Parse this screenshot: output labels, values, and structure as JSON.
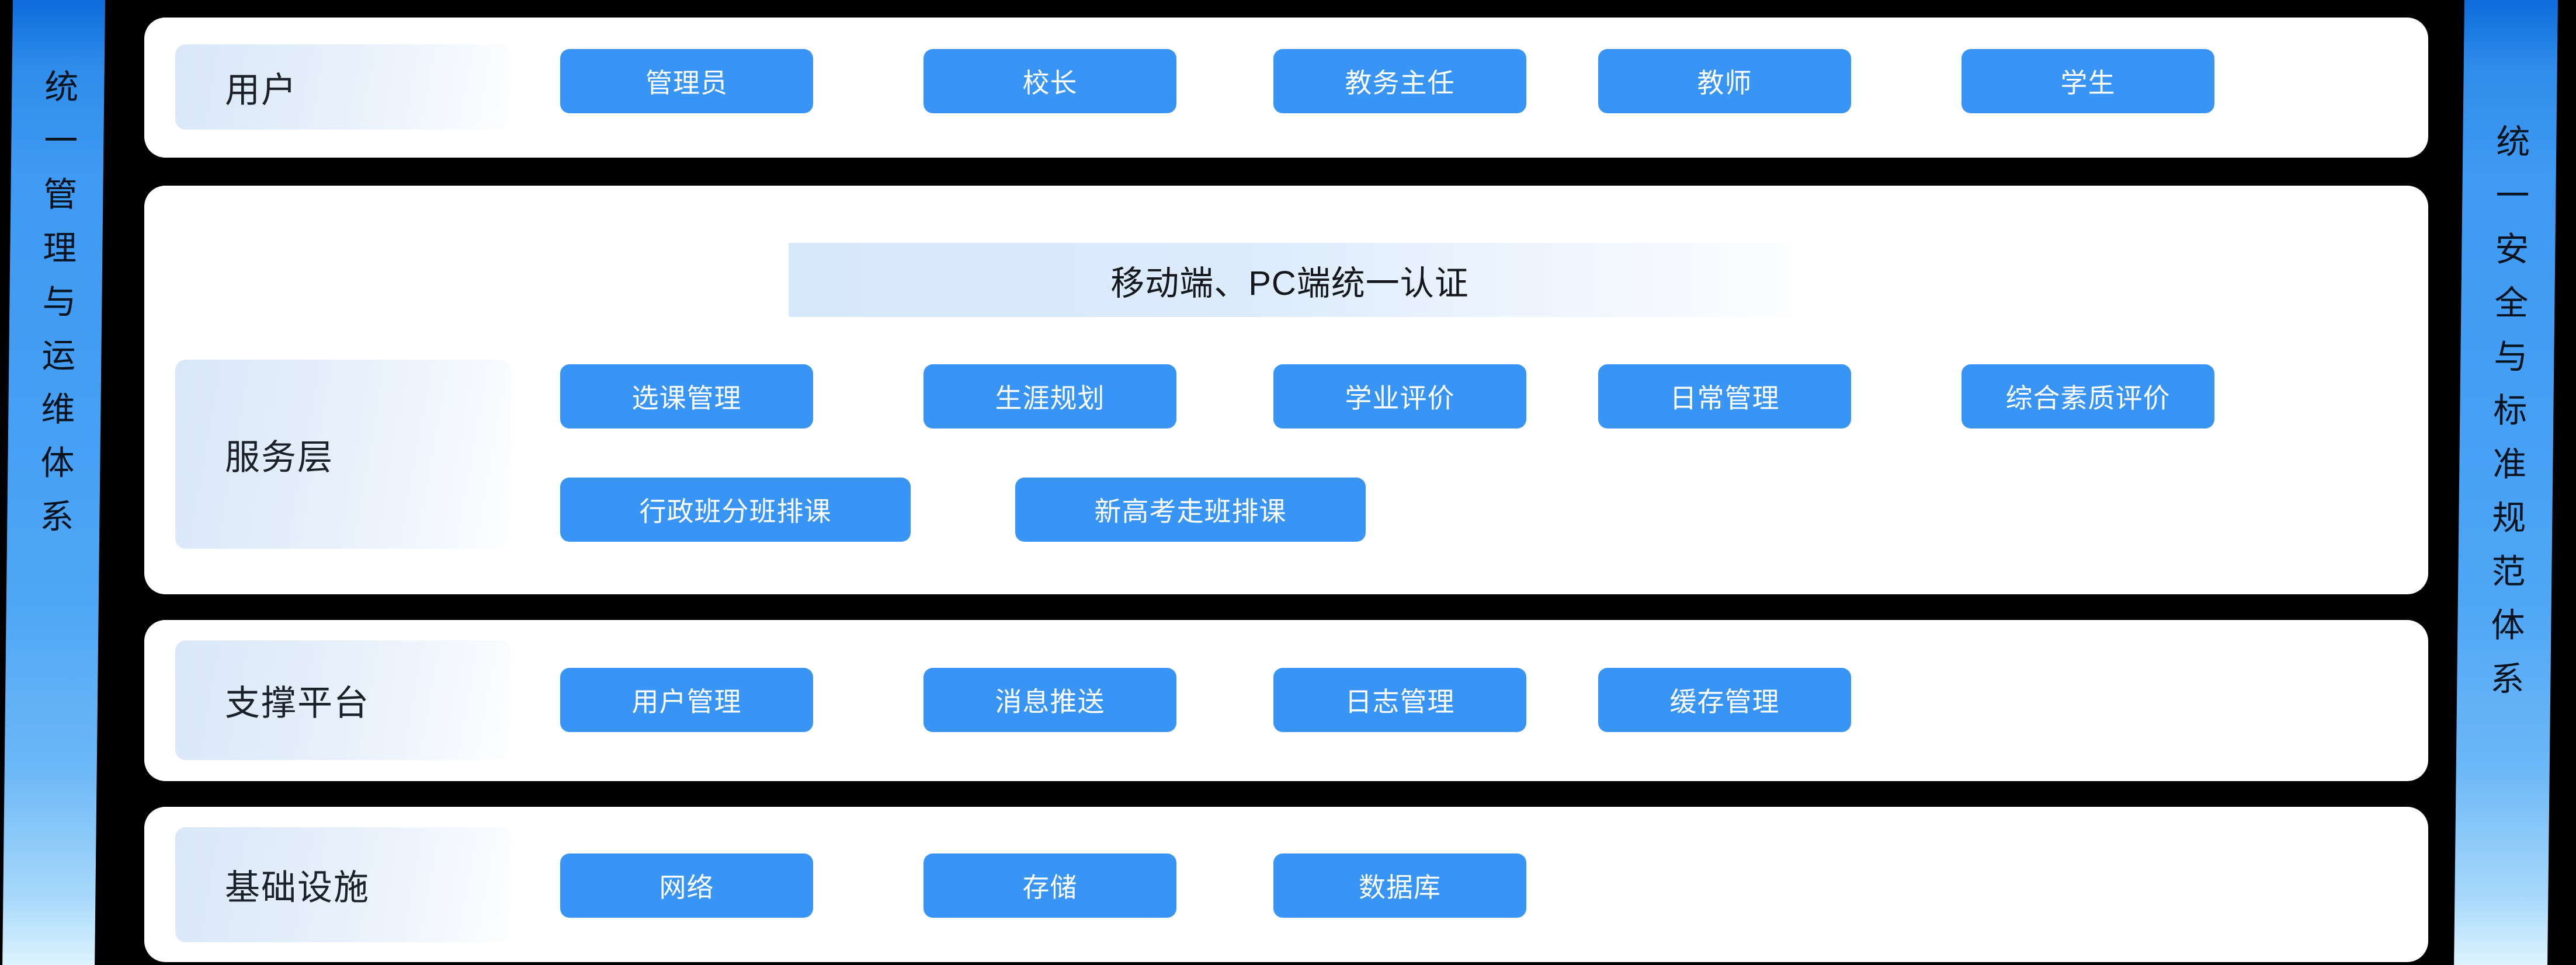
{
  "sidebars": {
    "left": {
      "text": "统一管理与运维体系"
    },
    "right": {
      "text": "统一安全与标准规范体系"
    }
  },
  "rows": {
    "users": {
      "label": "用户",
      "buttons": [
        "管理员",
        "校长",
        "教务主任",
        "教师",
        "学生"
      ]
    },
    "service": {
      "label": "服务层",
      "banner": "移动端、PC端统一认证",
      "buttons_row1": [
        "选课管理",
        "生涯规划",
        "学业评价",
        "日常管理",
        "综合素质评价"
      ],
      "buttons_row2": [
        "行政班分班排课",
        "新高考走班排课"
      ]
    },
    "support": {
      "label": "支撑平台",
      "buttons": [
        "用户管理",
        "消息推送",
        "日志管理",
        "缓存管理"
      ]
    },
    "infra": {
      "label": "基础设施",
      "buttons": [
        "网络",
        "存储",
        "数据库"
      ]
    }
  },
  "colors": {
    "background": "#000000",
    "panel": "#ffffff",
    "node_blue": "#3894f5",
    "node_text": "#ffffff",
    "label_tint": "#d9e7f8",
    "banner_tint": "#d8e8fb",
    "pillar_top": "#0d6cdb",
    "pillar_mid": "#459ff3",
    "pillar_bottom": "#dcf3fe",
    "pillar_text": "#081320"
  }
}
